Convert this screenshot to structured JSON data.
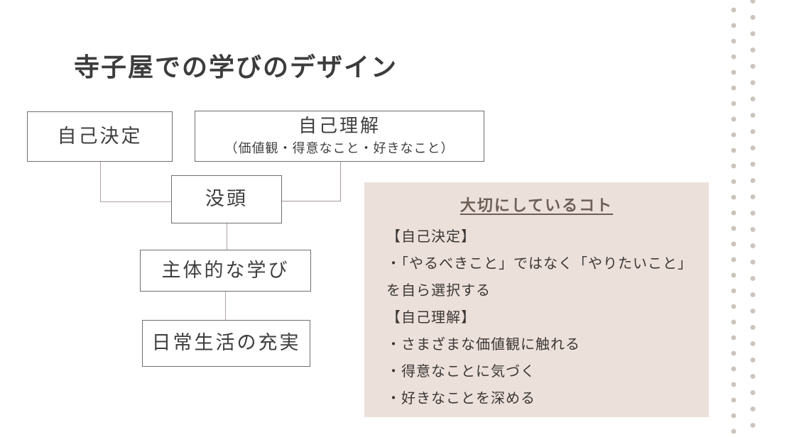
{
  "page": {
    "title": "寺子屋での学びのデザイン"
  },
  "flowchart": {
    "self_decision": {
      "label": "自己決定"
    },
    "self_understanding": {
      "label": "自己理解",
      "sublabel": "（価値観・得意なこと・好きなこと）"
    },
    "immersion": {
      "label": "没頭"
    },
    "proactive_learning": {
      "label": "主体的な学び"
    },
    "daily_life": {
      "label": "日常生活の充実"
    }
  },
  "panel": {
    "title": "大切にしているコト",
    "lines": [
      "【自己決定】",
      "・「やるべきこと」ではなく「やりたいこと」",
      "を自ら選択する",
      "【自己理解】",
      "・さまざまな価値観に触れる",
      "・得意なことに気づく",
      "・好きなことを深める"
    ]
  },
  "colors": {
    "panel_bg": "#ece0db",
    "panel_title_text": "#6d5f57",
    "box_border": "#6f6f6f",
    "connector": "#b2a39f",
    "dot": "#ccc3bb",
    "body_text": "#3b3734"
  }
}
